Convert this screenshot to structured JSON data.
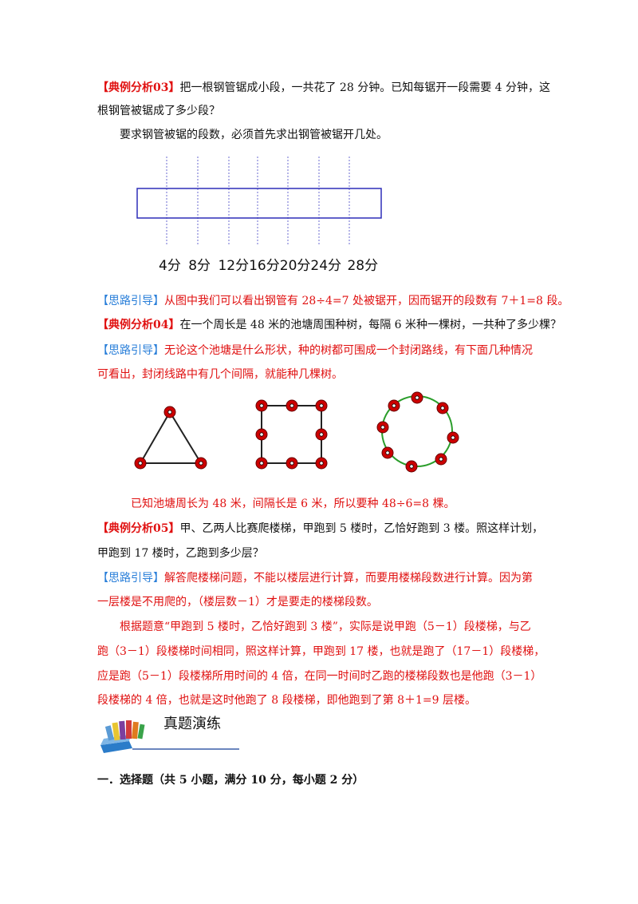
{
  "example03": {
    "tag": "【典例分析03】",
    "line1": "把一根钢管锯成小段，一共花了 28 分钟。已知每锯开一段需要 4 分钟，这",
    "line2": "根钢管被锯成了多少段？",
    "line3": "要求钢管被锯的段数，必须首先求出钢管被锯开几处。"
  },
  "pipe_labels": [
    "4分",
    "8分",
    "12分",
    "16分",
    "20分",
    "24分",
    "28分"
  ],
  "hint03": {
    "tag": "【思路引导】",
    "text": "从图中我们可以看出钢管有 28÷4=7 处被锯开，因而锯开的段数有 7＋1=8 段。"
  },
  "example04": {
    "tag": "【典例分析04】",
    "text": "在一个周长是 48 米的池塘周围种树，每隔 6 米种一棵树，一共种了多少棵？"
  },
  "hint04": {
    "tag": "【思路引导】",
    "line1": "无论这个池塘是什么形状，种的树都可围成一个封闭路线，有下面几种情况",
    "line2": "可看出，封闭线路中有几个间隔，就能种几棵树。"
  },
  "answer04": "已知池塘周长为 48 米，间隔长是 6 米，所以要种 48÷6=8 棵。",
  "example05": {
    "tag": "【典例分析05】",
    "line1": "甲、乙两人比赛爬楼梯，甲跑到 5 楼时，乙恰好跑到 3 楼。照这样计划，",
    "line2": "甲跑到 17 楼时，乙跑到多少层？"
  },
  "hint05": {
    "tag": "【思路引导】",
    "line1": "解答爬楼梯问题，不能以楼层进行计算，而要用楼梯段数进行计算。因为第",
    "line2": "一层楼是不用爬的，（楼层数－1）才是要走的楼梯段数。",
    "line3": "根据题意“甲跑到 5 楼时，乙恰好跑到 3 楼”，实际是说甲跑（5－1）段楼梯，与乙",
    "line4": "跑（3－1）段楼梯时间相同，照这样计算，甲跑到 17 楼，也就是跑了（17－1）段楼梯，",
    "line5": "应是跑（5－1）段楼梯所用时间的 4 倍，在同一时间时乙跑的楼梯段数也是他跑（3－1）",
    "line6": "段楼梯的 4 倍，也就是这时他跑了 8 段楼梯，即他跑到了第 8＋1=9 层楼。"
  },
  "section_title": "真题演练",
  "section_heading": "一．选择题（共 5 小题，满分 10 分，每小题 2 分）",
  "colors": {
    "red": "#e01010",
    "blue": "#2a7fd9",
    "tree": "#cc0000",
    "circle_line": "#2a9d2a",
    "pipe": "#2e2eb8"
  },
  "icons": [
    "books-icon"
  ]
}
